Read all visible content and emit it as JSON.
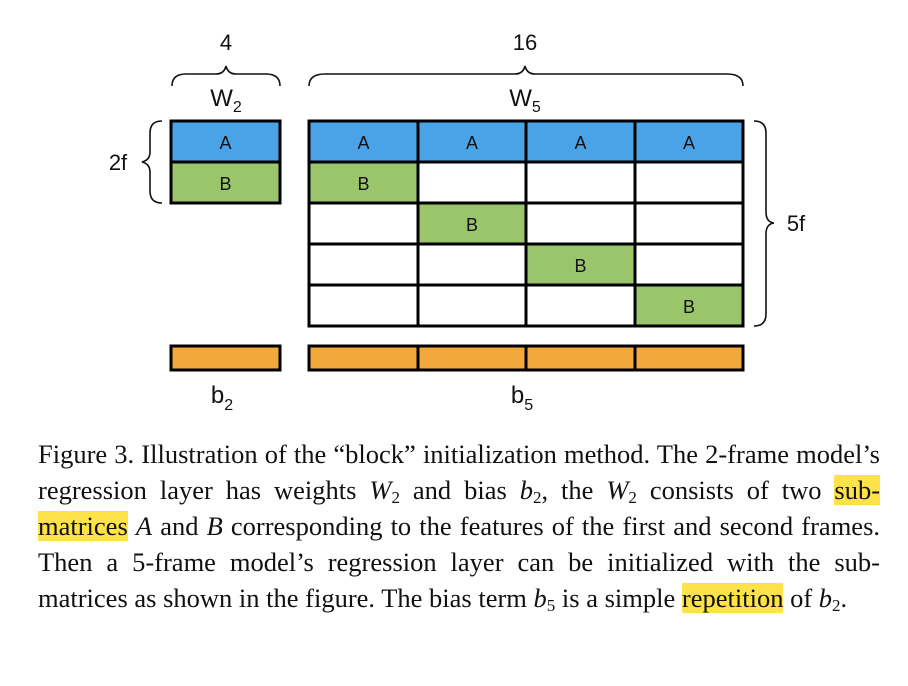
{
  "figure": {
    "w2": {
      "width_label": "4",
      "label_main": "W",
      "label_sub": "2",
      "rows_label": "2f",
      "cells": [
        "A",
        "B"
      ]
    },
    "w5": {
      "width_label": "16",
      "label_main": "W",
      "label_sub": "5",
      "rows_label": "5f",
      "top_row": [
        "A",
        "A",
        "A",
        "A"
      ],
      "diagonal": [
        "B",
        "B",
        "B",
        "B"
      ]
    },
    "b2": {
      "main": "b",
      "sub": "2"
    },
    "b5": {
      "main": "b",
      "sub": "5"
    },
    "colors": {
      "a_block": "#4aa3e6",
      "b_block": "#9ac56a",
      "bias": "#f2a93b",
      "border": "#000000",
      "highlight": "#fde24a"
    }
  },
  "caption": {
    "t1": "Figure 3. Illustration of the “block” initialization method. The 2-frame model’s regression layer has weights ",
    "w": "W",
    "two": "2",
    "t2": " and bias ",
    "b": "b",
    "t3": ", the ",
    "t4": " consists of two ",
    "hl1": "sub-matrices",
    "t5": " ",
    "A": "A",
    "t6": " and ",
    "B": "B",
    "t7": " corresponding to the features of the first and second frames. Then a 5-frame model’s regression layer can be initialized with the sub-matrices as shown in the figure. The bias term ",
    "five": "5",
    "t8": " is a simple ",
    "hl2": "repetition",
    "t9": " of ",
    "t10": "."
  }
}
